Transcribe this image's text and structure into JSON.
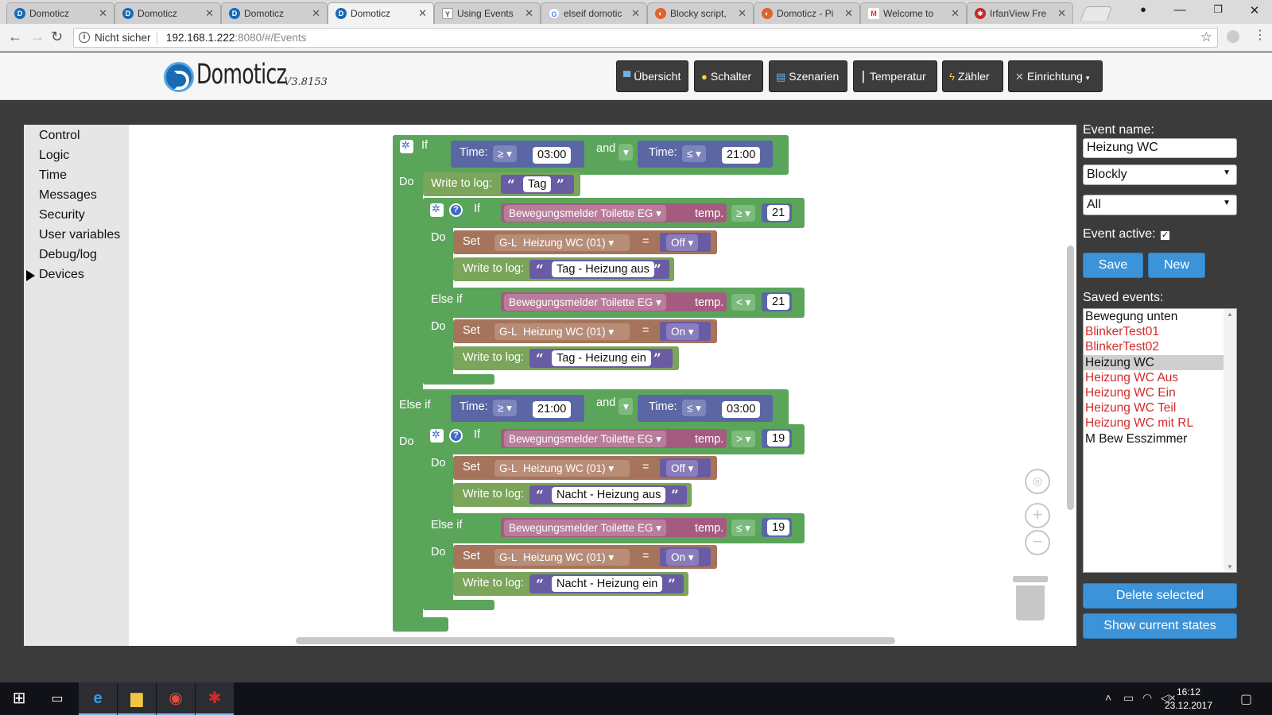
{
  "browser": {
    "tabs": [
      {
        "title": "Domoticz",
        "icon": "domoticz-logo",
        "active": false
      },
      {
        "title": "Domoticz",
        "icon": "domoticz-logo",
        "active": false
      },
      {
        "title": "Domoticz",
        "icon": "domoticz-logo",
        "active": false
      },
      {
        "title": "Domoticz",
        "icon": "domoticz-logo",
        "active": true
      },
      {
        "title": "Using Events",
        "icon": "y-logo",
        "active": false
      },
      {
        "title": "elseif domotic",
        "icon": "google-logo",
        "active": false
      },
      {
        "title": "Blocky script,",
        "icon": "domoticz-forum-logo",
        "active": false
      },
      {
        "title": "Domoticz - Pi",
        "icon": "domoticz-forum-logo",
        "active": false
      },
      {
        "title": "Welcome to",
        "icon": "gmail-logo",
        "active": false
      },
      {
        "title": "IrfanView Fre",
        "icon": "irfanview-logo",
        "active": false
      }
    ],
    "security_label": "Nicht sicher",
    "url_host": "192.168.1.222",
    "url_path": ":8080/#/Events"
  },
  "app": {
    "logo_text": "Domoticz",
    "version": "V3.8153",
    "nav": [
      {
        "label": "Übersicht",
        "icon": "monitor-icon"
      },
      {
        "label": "Schalter",
        "icon": "bulb-icon"
      },
      {
        "label": "Szenarien",
        "icon": "scenes-icon"
      },
      {
        "label": "Temperatur",
        "icon": "thermometer-icon"
      },
      {
        "label": "Zähler",
        "icon": "meter-icon"
      },
      {
        "label": "Einrichtung",
        "icon": "tools-icon"
      }
    ]
  },
  "sidebar": {
    "items": [
      "Control",
      "Logic",
      "Time",
      "Messages",
      "Security",
      "User variables",
      "Debug/log",
      "Devices"
    ]
  },
  "blockly": {
    "kw_if": "If",
    "kw_do": "Do",
    "kw_else_if": "Else if",
    "kw_and": "and",
    "kw_time": "Time:",
    "kw_write": "Write to log:",
    "kw_set": "Set",
    "kw_temp": "temp.",
    "kw_eq": "=",
    "device_sensor": "Bewegungsmelder Toilette EG",
    "device_prefix": "G-L",
    "device_switch": "Heizung WC (01)",
    "op_ge": "≥",
    "op_le": "≤",
    "op_gt": ">",
    "op_lt": "<",
    "time_0300": "03:00",
    "time_2100": "21:00",
    "val_21": "21",
    "val_19": "19",
    "state_off": "Off",
    "state_on": "On",
    "log_tag": "Tag",
    "log_tag_aus": "Tag - Heizung aus",
    "log_tag_ein": "Tag - Heizung ein",
    "log_nacht_aus": "Nacht - Heizung aus",
    "log_nacht_ein": "Nacht - Heizung ein"
  },
  "panel": {
    "event_name_label": "Event name:",
    "event_name_value": "Heizung WC",
    "type_select": "Blockly",
    "device_select": "All",
    "event_active_label": "Event active:",
    "event_active_checked": "✓",
    "save_label": "Save",
    "new_label": "New",
    "saved_events_label": "Saved events:",
    "saved_events": [
      {
        "name": "Bewegung unten",
        "active": true
      },
      {
        "name": "BlinkerTest01",
        "active": false
      },
      {
        "name": "BlinkerTest02",
        "active": false
      },
      {
        "name": "Heizung WC",
        "active": true
      },
      {
        "name": "Heizung WC Aus",
        "active": false
      },
      {
        "name": "Heizung WC Ein",
        "active": false
      },
      {
        "name": "Heizung WC Teil",
        "active": false
      },
      {
        "name": "Heizung WC mit RL",
        "active": false
      },
      {
        "name": "M Bew Esszimmer",
        "active": true
      }
    ],
    "selected_event": "Heizung WC",
    "delete_label": "Delete selected",
    "states_label": "Show current states"
  },
  "taskbar": {
    "time": "16:12",
    "date": "23.12.2017"
  },
  "colors": {
    "logic_green": "#5ba55b",
    "time_blue": "#5b67a5",
    "device_pink": "#a55b80",
    "action_brown": "#a5745b",
    "button_blue": "#3d93d8",
    "inactive_red": "#d42b2b"
  }
}
